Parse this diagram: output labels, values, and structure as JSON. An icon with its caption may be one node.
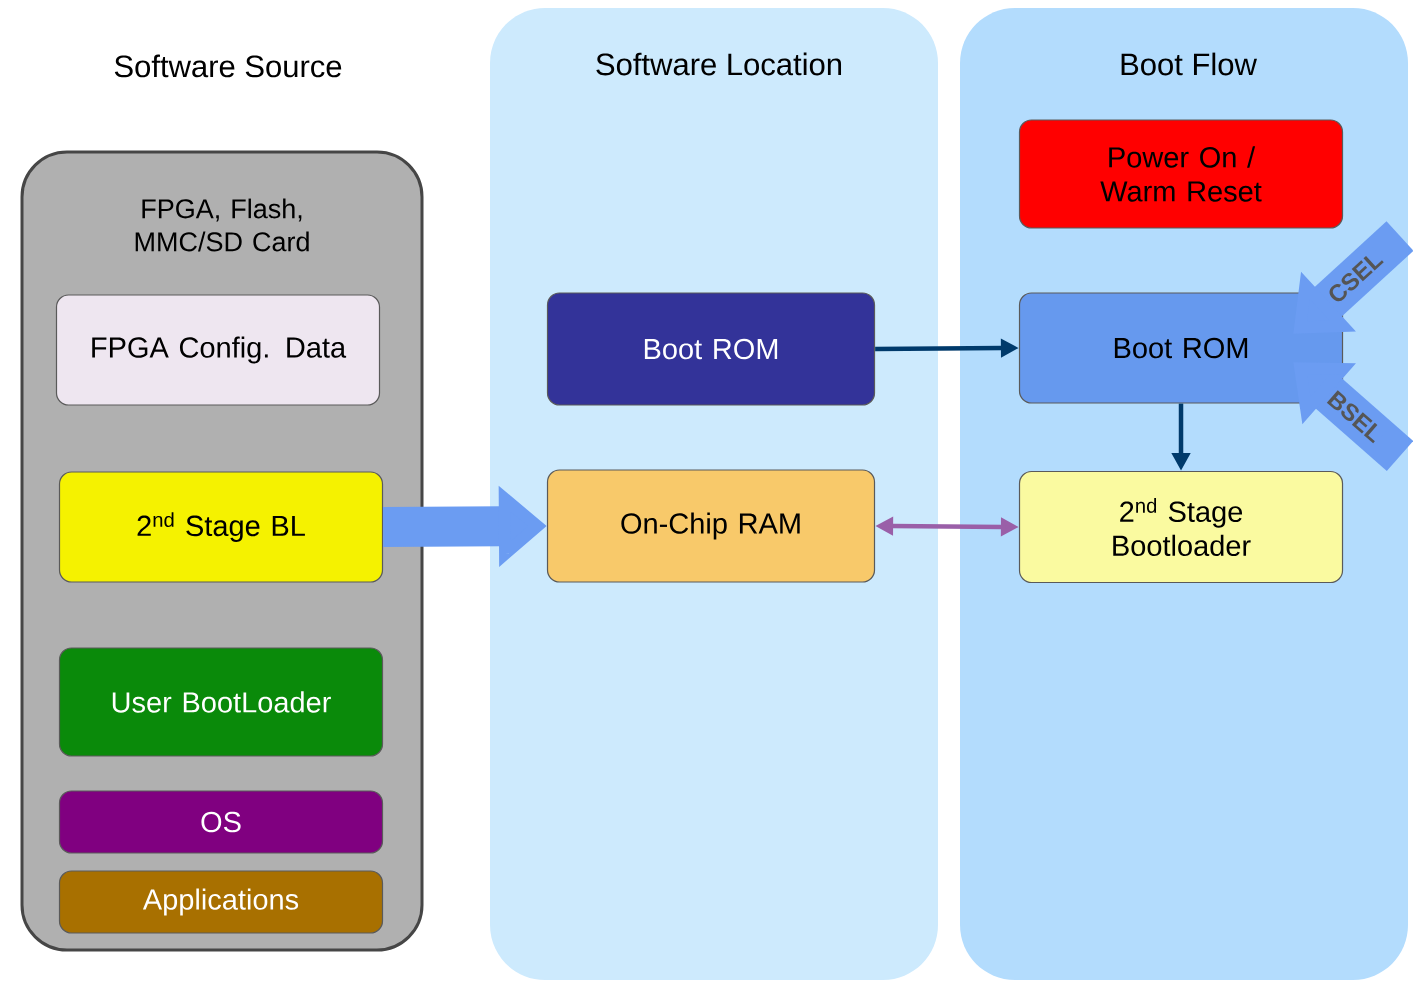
{
  "diagram": {
    "nodes": [
      {
        "text": [
          "Software Source",
          "FPGA, Flash, MMC/SD Card"
        ]
      },
      {
        "text": [
          "FPGA Config. Data"
        ],
        "in": 0
      },
      {
        "text": [
          "2$^{nd}$ Stage BL"
        ],
        "in": 0
      },
      {
        "text": [
          "User BootLoader"
        ],
        "in": 0
      },
      {
        "text": [
          "OS"
        ],
        "in": 0
      },
      {
        "text": [
          "Applications"
        ],
        "in": 0
      },
      {
        "text": [
          "Software Location"
        ]
      },
      {
        "text": [
          "Boot ROM"
        ],
        "in": 6
      },
      {
        "text": [
          "On-Chip RAM"
        ],
        "in": 6
      },
      {
        "text": [
          "Boot Flow"
        ]
      },
      {
        "text": [
          "Power On / Warm Reset"
        ],
        "in": 9
      },
      {
        "text": [
          "Boot ROM"
        ],
        "in": 9
      },
      {
        "text": [
          "2$^{nd}$ Stage Bootloader"
        ],
        "in": 9
      }
    ],
    "edges": [
      {
        "from": 2,
        "to": 8,
        "arrow": "to",
        "style": "thick",
        "color": "#6b9cf2"
      },
      {
        "from": 7,
        "to": 11,
        "arrow": "to",
        "color": "#003a6b"
      },
      {
        "from": 11,
        "to": 12,
        "arrow": "to",
        "color": "#003a6b"
      },
      {
        "from": 8,
        "to": 12,
        "arrow": "both",
        "color": "#9a5fa8"
      },
      {
        "from": null,
        "to": 11,
        "arrow": "to",
        "label": "CSEL",
        "style": "thick",
        "color": "#6b9cf2"
      },
      {
        "from": null,
        "to": 11,
        "arrow": "to",
        "label": "BSEL",
        "style": "thick",
        "color": "#6b9cf2"
      }
    ]
  }
}
